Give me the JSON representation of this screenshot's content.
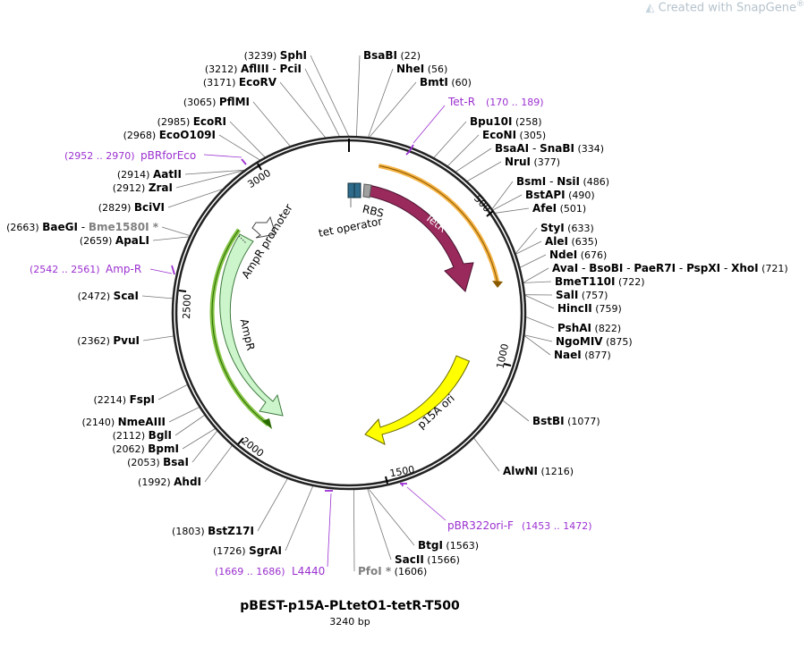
{
  "watermark": {
    "prefix": "Created with ",
    "brand": "SnapGene",
    "mark": "®"
  },
  "map": {
    "name": "pBEST-p15A-PLtetO1-tetR-T500",
    "length_label": "3240 bp",
    "total_bp": 3240,
    "ticks": [
      "500",
      "1000",
      "1500",
      "2000",
      "2500",
      "3000"
    ],
    "colors": {
      "tetR": "#9b2a5c",
      "p15a": "#ffff00",
      "ampR": "#ccf5cc",
      "ampR_promoter": "#ffffff",
      "rbs": "#a0a0a0",
      "tet_operator": "#2e6b8a",
      "primer": "#9b30d0",
      "terminator_band": "#f5a623",
      "enzyme_gray": "#808080"
    }
  },
  "features": [
    {
      "name": "TetR",
      "start": 245,
      "end": 874,
      "type": "cds"
    },
    {
      "name": "p15A ori",
      "start": 1020,
      "end": 1560,
      "type": "origin"
    },
    {
      "name": "AmpR",
      "start": 2040,
      "end": 2745,
      "type": "cds"
    },
    {
      "name": "AmpR promoter",
      "start": 2745,
      "end": 2850,
      "type": "promoter"
    },
    {
      "name": "RBS",
      "type": "rbs"
    },
    {
      "name": "tet operator",
      "type": "operator"
    }
  ],
  "primers": [
    {
      "name": "Tet-R",
      "range": "(170 .. 189)"
    },
    {
      "name": "pBR322ori-F",
      "range": "(1453 .. 1472)"
    },
    {
      "name": "L4440",
      "range": "(1669 .. 1686)"
    },
    {
      "name": "Amp-R",
      "range": "(2542 .. 2561)"
    },
    {
      "name": "pBRforEco",
      "range": "(2952 .. 2970)"
    }
  ],
  "enzymes": [
    {
      "id": "sphi",
      "pos": "(3239)",
      "names": [
        "SphI"
      ]
    },
    {
      "id": "bsabi",
      "pos": "(22)",
      "names": [
        "BsaBI"
      ]
    },
    {
      "id": "nhei",
      "pos": "(56)",
      "names": [
        "NheI"
      ]
    },
    {
      "id": "bmti",
      "pos": "(60)",
      "names": [
        "BmtI"
      ]
    },
    {
      "id": "bpu10i",
      "pos": "(258)",
      "names": [
        "Bpu10I"
      ]
    },
    {
      "id": "econi",
      "pos": "(305)",
      "names": [
        "EcoNI"
      ]
    },
    {
      "id": "bsaai",
      "pos": "(334)",
      "names": [
        "BsaAI",
        "SnaBI"
      ]
    },
    {
      "id": "nrui",
      "pos": "(377)",
      "names": [
        "NruI"
      ]
    },
    {
      "id": "bsmi",
      "pos": "(486)",
      "names": [
        "BsmI",
        "NsiI"
      ]
    },
    {
      "id": "bstapi",
      "pos": "(490)",
      "names": [
        "BstAPI"
      ]
    },
    {
      "id": "afei",
      "pos": "(501)",
      "names": [
        "AfeI"
      ]
    },
    {
      "id": "styi",
      "pos": "(633)",
      "names": [
        "StyI"
      ]
    },
    {
      "id": "alei",
      "pos": "(635)",
      "names": [
        "AleI"
      ]
    },
    {
      "id": "ndei",
      "pos": "(676)",
      "names": [
        "NdeI"
      ]
    },
    {
      "id": "avai",
      "pos": "(721)",
      "names": [
        "AvaI",
        "BsoBI",
        "PaeR7I",
        "PspXI",
        "XhoI"
      ]
    },
    {
      "id": "bmet110i",
      "pos": "(722)",
      "names": [
        "BmeT110I"
      ]
    },
    {
      "id": "sali",
      "pos": "(757)",
      "names": [
        "SalI"
      ]
    },
    {
      "id": "hincii",
      "pos": "(759)",
      "names": [
        "HincII"
      ]
    },
    {
      "id": "pshai",
      "pos": "(822)",
      "names": [
        "PshAI"
      ]
    },
    {
      "id": "ngomiv",
      "pos": "(875)",
      "names": [
        "NgoMIV"
      ]
    },
    {
      "id": "naei",
      "pos": "(877)",
      "names": [
        "NaeI"
      ]
    },
    {
      "id": "bstbi",
      "pos": "(1077)",
      "names": [
        "BstBI"
      ]
    },
    {
      "id": "alwni",
      "pos": "(1216)",
      "names": [
        "AlwNI"
      ]
    },
    {
      "id": "btgi",
      "pos": "(1563)",
      "names": [
        "BtgI"
      ]
    },
    {
      "id": "sacii",
      "pos": "(1566)",
      "names": [
        "SacII"
      ]
    },
    {
      "id": "pfoi",
      "pos": "(1606)",
      "names": [
        "PfoI *"
      ]
    },
    {
      "id": "sgrai",
      "pos": "(1726)",
      "names": [
        "SgrAI"
      ]
    },
    {
      "id": "bstz17i",
      "pos": "(1803)",
      "names": [
        "BstZ17I"
      ]
    },
    {
      "id": "ahdi",
      "pos": "(1992)",
      "names": [
        "AhdI"
      ]
    },
    {
      "id": "bsai",
      "pos": "(2053)",
      "names": [
        "BsaI"
      ]
    },
    {
      "id": "bpmi",
      "pos": "(2062)",
      "names": [
        "BpmI"
      ]
    },
    {
      "id": "bgli",
      "pos": "(2112)",
      "names": [
        "BglI"
      ]
    },
    {
      "id": "nmeaiii",
      "pos": "(2140)",
      "names": [
        "NmeAIII"
      ]
    },
    {
      "id": "fspi",
      "pos": "(2214)",
      "names": [
        "FspI"
      ]
    },
    {
      "id": "pvui",
      "pos": "(2362)",
      "names": [
        "PvuI"
      ]
    },
    {
      "id": "scai",
      "pos": "(2472)",
      "names": [
        "ScaI"
      ]
    },
    {
      "id": "apali",
      "pos": "(2659)",
      "names": [
        "ApaLI"
      ]
    },
    {
      "id": "baegi",
      "pos": "(2663)",
      "names": [
        "BaeGI",
        "Bme1580I *"
      ]
    },
    {
      "id": "bcivi",
      "pos": "(2829)",
      "names": [
        "BciVI"
      ]
    },
    {
      "id": "zrai",
      "pos": "(2912)",
      "names": [
        "ZraI"
      ]
    },
    {
      "id": "aatii",
      "pos": "(2914)",
      "names": [
        "AatII"
      ]
    },
    {
      "id": "eco0109i",
      "pos": "(2968)",
      "names": [
        "EcoO109I"
      ]
    },
    {
      "id": "ecori",
      "pos": "(2985)",
      "names": [
        "EcoRI"
      ]
    },
    {
      "id": "pflmi",
      "pos": "(3065)",
      "names": [
        "PflMI"
      ]
    },
    {
      "id": "ecorv",
      "pos": "(3171)",
      "names": [
        "EcoRV"
      ]
    },
    {
      "id": "afliii",
      "pos": "(3212)",
      "names": [
        "AflIII",
        "PciI"
      ]
    }
  ]
}
